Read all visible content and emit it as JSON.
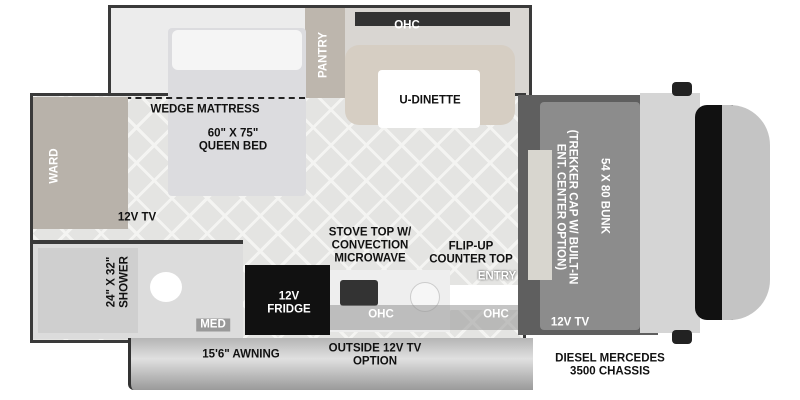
{
  "labels": {
    "wedge_mattress": "WEDGE MATTRESS",
    "queen_bed_size": "60\" X 75\"",
    "queen_bed": "QUEEN BED",
    "pantry": "PANTRY",
    "ohc_top": "OHC",
    "u_dinette": "U-DINETTE",
    "ward": "WARD",
    "tv_bedroom": "12V TV",
    "stove_line1": "STOVE TOP W/",
    "stove_line2": "CONVECTION",
    "stove_line3": "MICROWAVE",
    "flip_line1": "FLIP-UP",
    "flip_line2": "COUNTER TOP",
    "entry": "ENTRY",
    "shower_size": "24\" X 32\"",
    "shower": "SHOWER",
    "fridge_line1": "12V",
    "fridge_line2": "FRIDGE",
    "med": "MED",
    "ohc_galley": "OHC",
    "ohc_entry": "OHC",
    "awning": "15'6\" AWNING",
    "outside_tv_line1": "OUTSIDE 12V TV",
    "outside_tv_line2": "OPTION",
    "chassis_line1": "DIESEL MERCEDES",
    "chassis_line2": "3500 CHASSIS",
    "bunk": "54 X 80 BUNK",
    "trekker_line1": "(TREKKER CAP W/ BUILT-IN",
    "trekker_line2": "ENT. CENTER OPTION)",
    "tv_cab": "12V TV"
  },
  "colors": {
    "wall": "#3a3a3a",
    "floor": "#e4e4e2",
    "bunk": "#8c8c8c",
    "fridge": "#111111",
    "awning": "#c8c8c8"
  }
}
